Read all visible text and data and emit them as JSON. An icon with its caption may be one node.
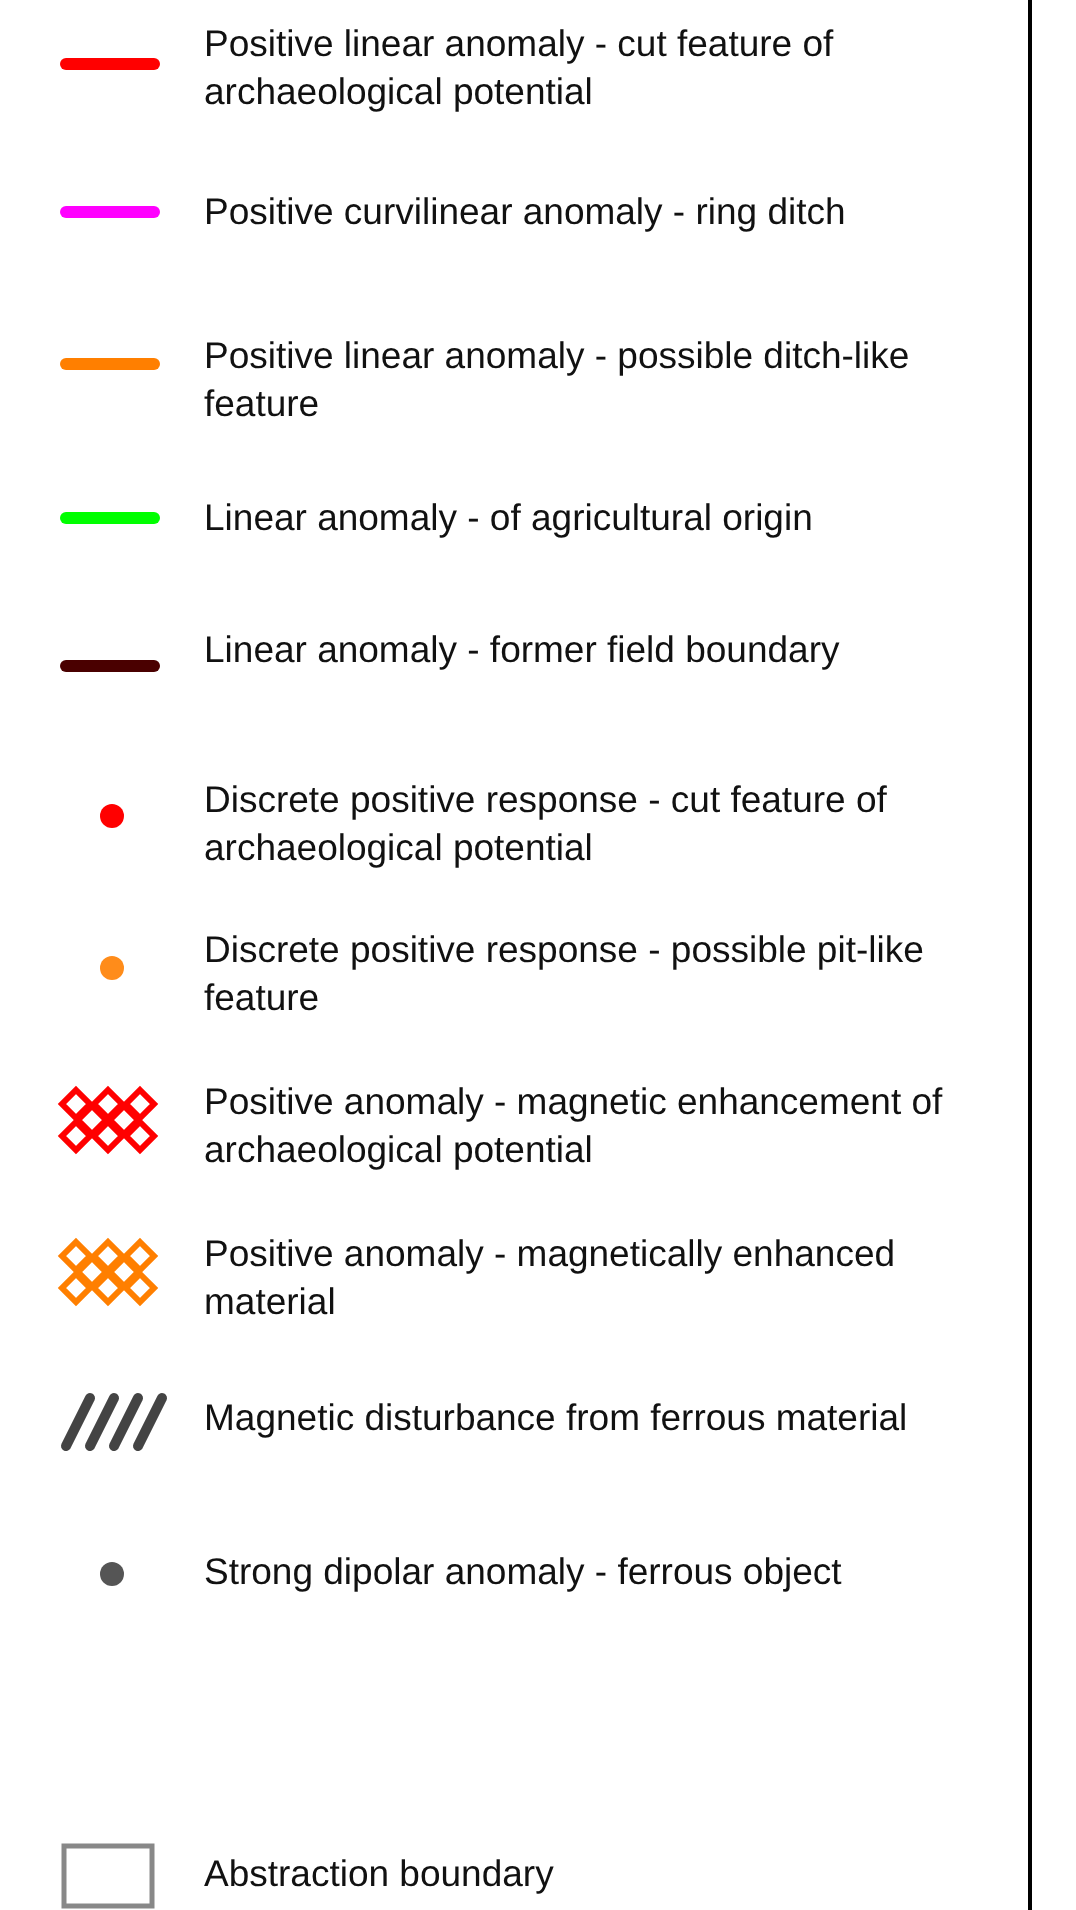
{
  "diagram": {
    "legend": [
      {
        "text": "Positive linear anomaly - cut feature of archaeological potential"
      },
      {
        "text": "Positive curvilinear anomaly - ring ditch"
      },
      {
        "text": "Positive linear anomaly - possible ditch-like feature"
      },
      {
        "text": "Linear anomaly - of agricultural origin"
      },
      {
        "text": "Linear anomaly - former field boundary"
      },
      {
        "text": "Discrete positive response - cut feature of archaeological potential"
      },
      {
        "text": "Discrete positive response - possible pit-like feature"
      },
      {
        "text": "Positive anomaly - magnetic enhancement of archaeological potential"
      },
      {
        "text": "Positive anomaly - magnetically enhanced material"
      },
      {
        "text": "Magnetic disturbance from ferrous material"
      },
      {
        "text": "Strong dipolar anomaly - ferrous object"
      },
      {
        "text": "Abstraction boundary"
      }
    ]
  }
}
